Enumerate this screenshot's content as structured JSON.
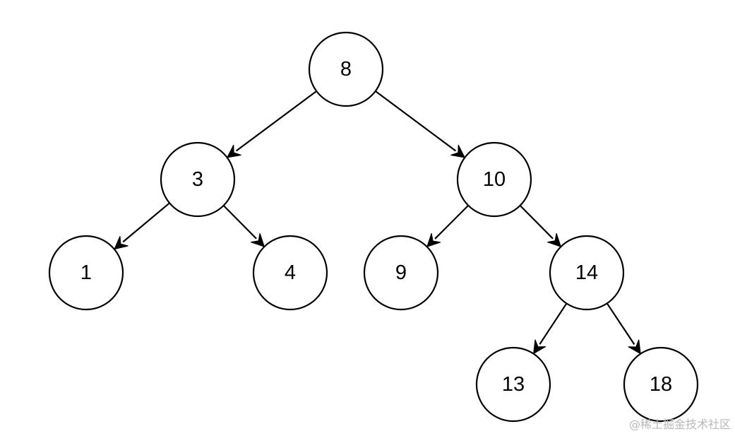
{
  "diagram": {
    "type": "binary-tree",
    "nodes": [
      {
        "id": "n8",
        "label": "8"
      },
      {
        "id": "n3",
        "label": "3"
      },
      {
        "id": "n10",
        "label": "10"
      },
      {
        "id": "n1",
        "label": "1"
      },
      {
        "id": "n4",
        "label": "4"
      },
      {
        "id": "n9",
        "label": "9"
      },
      {
        "id": "n14",
        "label": "14"
      },
      {
        "id": "n13",
        "label": "13"
      },
      {
        "id": "n18",
        "label": "18"
      }
    ],
    "edges": [
      {
        "from": "n8",
        "to": "n3"
      },
      {
        "from": "n8",
        "to": "n10"
      },
      {
        "from": "n3",
        "to": "n1"
      },
      {
        "from": "n3",
        "to": "n4"
      },
      {
        "from": "n10",
        "to": "n9"
      },
      {
        "from": "n10",
        "to": "n14"
      },
      {
        "from": "n14",
        "to": "n13"
      },
      {
        "from": "n14",
        "to": "n18"
      }
    ],
    "colors": {
      "stroke": "#000000",
      "fill": "#ffffff",
      "text": "#000000"
    }
  },
  "watermark": {
    "text": "@稀土掘金技术社区"
  }
}
